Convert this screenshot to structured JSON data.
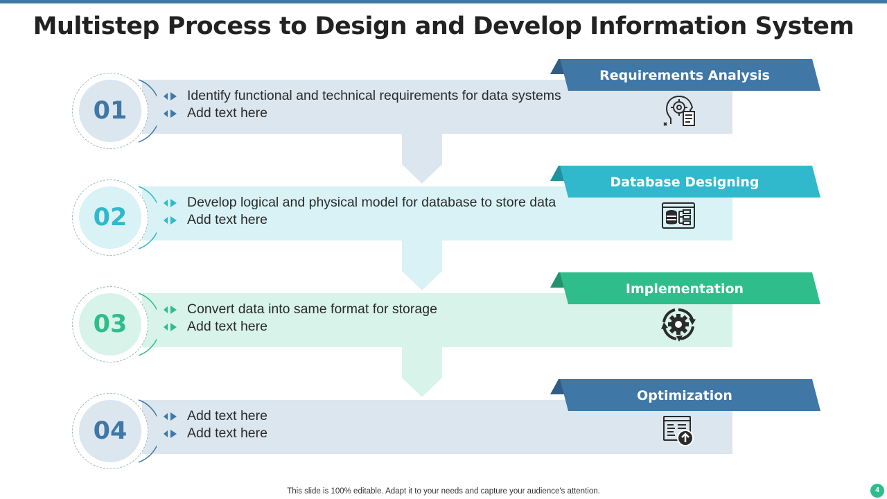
{
  "title": "Multistep Process to Design and Develop Information System",
  "steps": [
    {
      "number": "01",
      "heading": "Requirements Analysis",
      "bullets": [
        "Identify functional and technical requirements  for data systems",
        "Add  text here"
      ],
      "icon": "head-gear-analysis-icon",
      "accent": "#3f77a6",
      "band": "#dbe6ef",
      "circle_fill": "#dbe6ef",
      "ribbon_dark": "#2f5d85"
    },
    {
      "number": "02",
      "heading": "Database Designing",
      "bullets": [
        "Develop logical and physical model  for database to store data",
        "Add  text here"
      ],
      "icon": "database-schema-icon",
      "accent": "#30b8cc",
      "band": "#d8f2f5",
      "circle_fill": "#d8f2f5",
      "ribbon_dark": "#2290a0"
    },
    {
      "number": "03",
      "heading": "Implementation",
      "bullets": [
        "Convert data into same format for storage",
        "Add  text here"
      ],
      "icon": "gear-cycle-icon",
      "accent": "#2fbd8c",
      "band": "#d8f3ea",
      "circle_fill": "#d8f3ea",
      "ribbon_dark": "#23936c"
    },
    {
      "number": "04",
      "heading": "Optimization",
      "bullets": [
        "Add  text here",
        "Add  text here"
      ],
      "icon": "browser-upload-icon",
      "accent": "#3f77a6",
      "band": "#dbe6ef",
      "circle_fill": "#dbe6ef",
      "ribbon_dark": "#2f5d85"
    }
  ],
  "footer": "This slide is 100% editable. Adapt it to your needs and capture your audience's attention.",
  "page_number": "4"
}
